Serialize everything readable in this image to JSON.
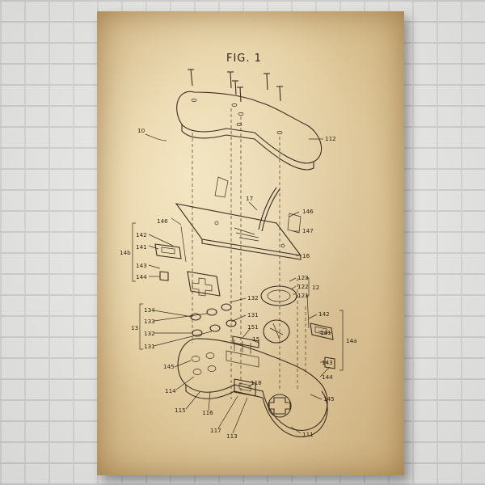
{
  "colors": {
    "paper": "#e2cc9f",
    "ink": "#3a2e20",
    "wall": "#e9e9e7"
  },
  "figure": {
    "title": "FIG. 1"
  },
  "labels": {
    "l10": "10",
    "l112": "112",
    "l17": "17",
    "l146a": "146",
    "l146b": "146",
    "l142a": "142",
    "l14b": "14b",
    "l141a": "141",
    "l143a": "143",
    "l144a": "144",
    "l147": "147",
    "l16": "16",
    "l123": "123",
    "l122": "122",
    "l121": "121",
    "l12": "12",
    "l132a": "132",
    "l134": "134",
    "l133": "133",
    "l132b": "132",
    "l13": "13",
    "l131a": "131",
    "l131b": "131",
    "l151": "151",
    "l15": "15",
    "l142b": "142",
    "l141b": "141",
    "l14a": "14a",
    "l143b": "143",
    "l144b": "144",
    "l145a": "145",
    "l145b": "145",
    "l114": "114",
    "l115": "115",
    "l116": "116",
    "l118": "118",
    "l117": "117",
    "l113": "113",
    "l111": "111"
  }
}
